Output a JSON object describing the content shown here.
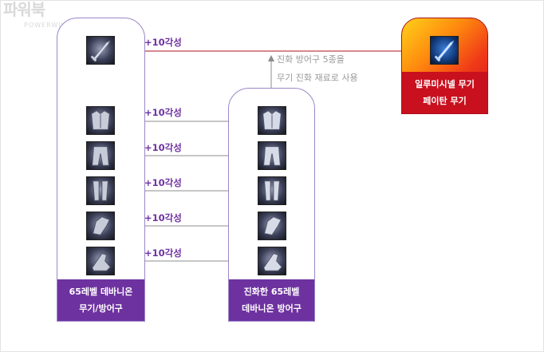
{
  "watermark": {
    "main": "파워북",
    "sub": "POWERWIKI"
  },
  "left_column": {
    "line1": "65레벨 데바니온",
    "line2": "무기/방어구"
  },
  "middle_column": {
    "line1": "진화한 65레벨",
    "line2": "데바니온 방어구"
  },
  "result": {
    "line1": "일루미시넬 무기",
    "line2": "페이탄 무기"
  },
  "note": {
    "line1": "진화 방어구 5종을",
    "line2": "무기 진화 재료로 사용"
  },
  "arrow_labels": [
    "+10각성",
    "+10각성",
    "+10각성",
    "+10각성",
    "+10각성",
    "+10각성"
  ],
  "items": {
    "weapon_icon": "sword-icon",
    "armor_icons": [
      "chest-armor-icon",
      "pants-armor-icon",
      "leg-armor-icon",
      "gloves-armor-icon",
      "boots-armor-icon"
    ],
    "result_icon": "illuminated-sword-icon"
  },
  "colors": {
    "purple": "#6e32a0",
    "column_border": "#9b86c9",
    "red_arrow": "#b0111a",
    "gray_arrow": "#8c8c8c",
    "result_footer": "#c8101e"
  }
}
